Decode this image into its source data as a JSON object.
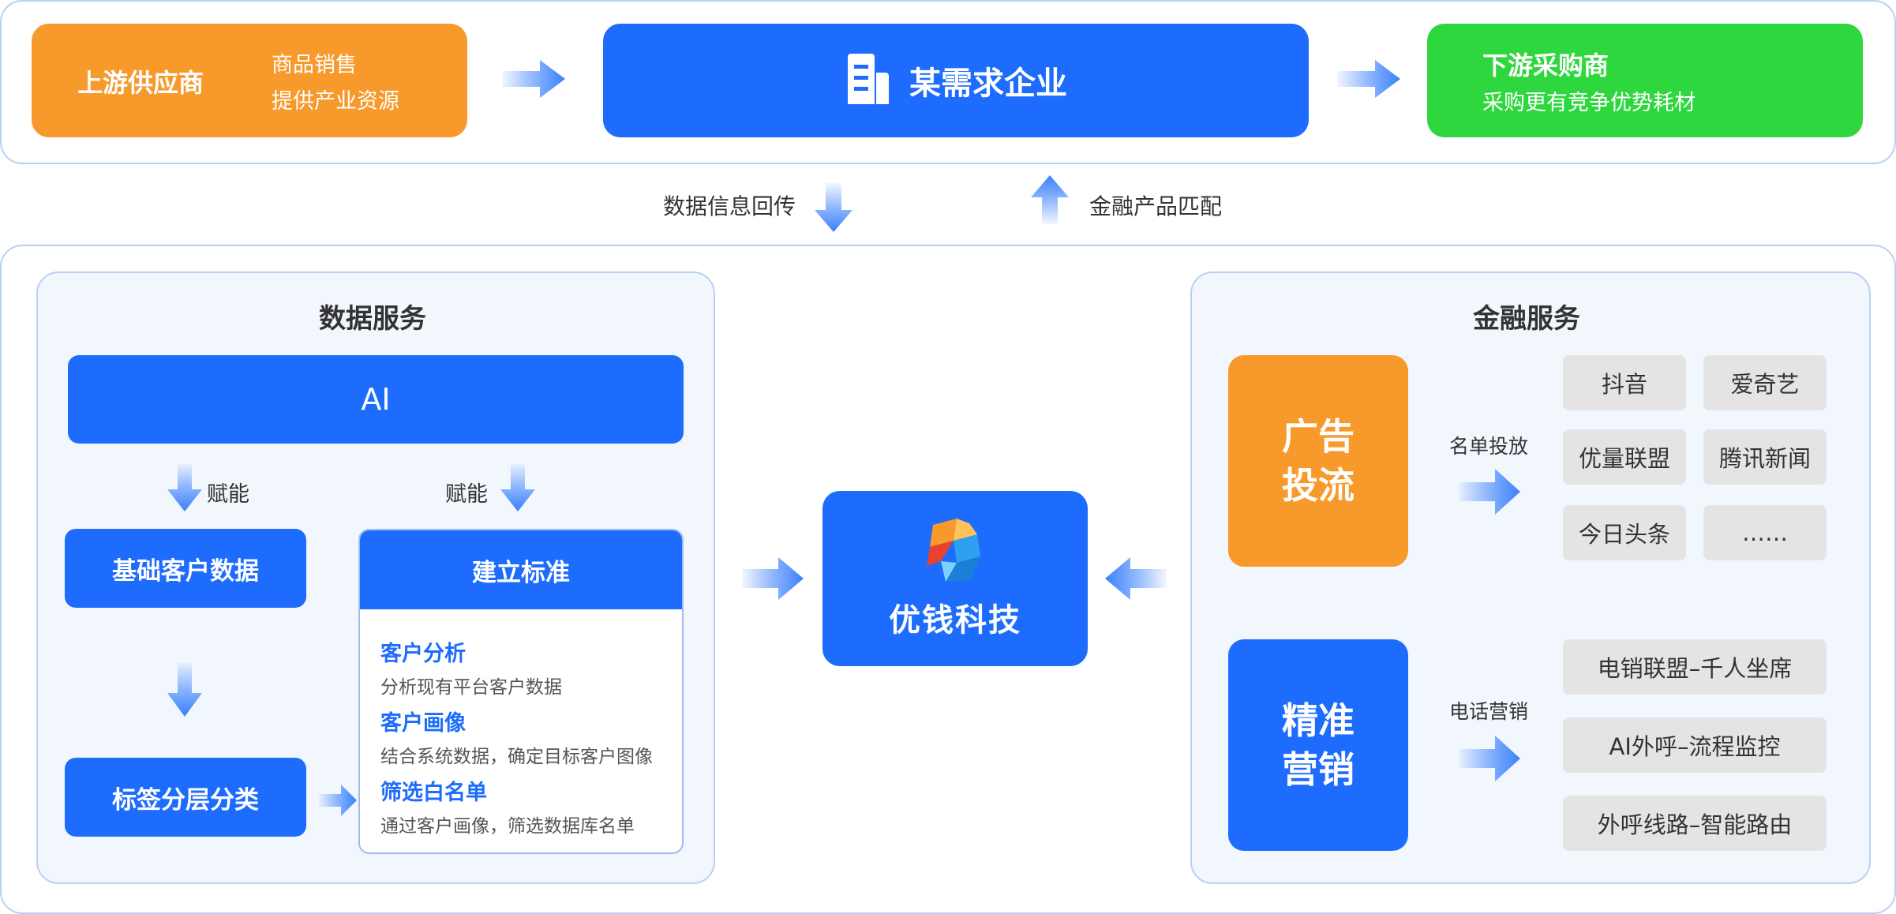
{
  "top": {
    "supplier": {
      "title": "上游供应商",
      "line1": "商品销售",
      "line2": "提供产业资源"
    },
    "enterprise": {
      "title": "某需求企业"
    },
    "buyer": {
      "title": "下游采购商",
      "subtitle": "采购更有竞争优势耗材"
    }
  },
  "middle": {
    "data_back": "数据信息回传",
    "finance_match": "金融产品匹配"
  },
  "data_service": {
    "title": "数据服务",
    "ai": "AI",
    "empower_left": "赋能",
    "empower_right": "赋能",
    "basic_data": "基础客户数据",
    "tag_layer": "标签分层分类",
    "standard": {
      "title": "建立标准",
      "items": [
        {
          "heading": "客户分析",
          "desc": "分析现有平台客户数据"
        },
        {
          "heading": "客户画像",
          "desc": "结合系统数据，确定目标客户图像"
        },
        {
          "heading": "筛选白名单",
          "desc": "通过客户画像，筛选数据库名单"
        }
      ]
    }
  },
  "center_logo": {
    "name": "优钱科技"
  },
  "finance_service": {
    "title": "金融服务",
    "ad": {
      "title_line1": "广告",
      "title_line2": "投流",
      "arrow_label": "名单投放",
      "channels": [
        "抖音",
        "爱奇艺",
        "优量联盟",
        "腾讯新闻",
        "今日头条",
        "……"
      ]
    },
    "precision": {
      "title_line1": "精准",
      "title_line2": "营销",
      "arrow_label": "电话营销",
      "items": [
        "电销联盟–千人坐席",
        "AI外呼–流程监控",
        "外呼线路–智能路由"
      ]
    }
  },
  "colors": {
    "primary_blue": "#1d6cfd",
    "orange": "#f7992b",
    "green": "#2fd73f",
    "panel_border": "#b9d0f4",
    "panel_fill": "#f2f7fd",
    "tag_grey": "#e4e4e4"
  }
}
